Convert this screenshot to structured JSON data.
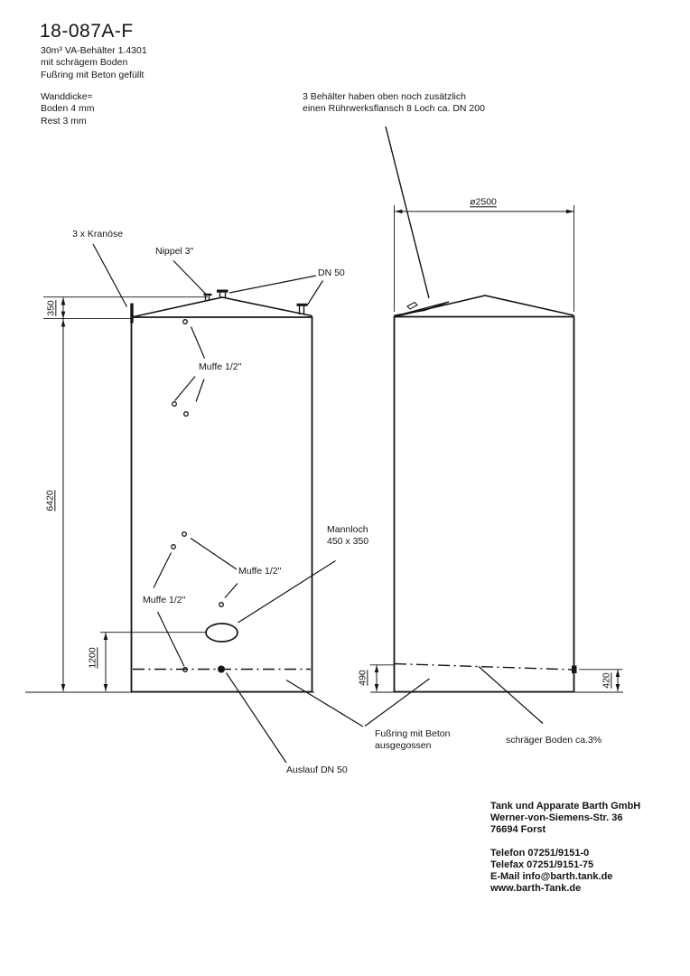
{
  "title_block": {
    "drawing_number": "18-087A-F",
    "description": [
      "30m³ VA-Behälter 1.4301",
      "mit schrägem Boden",
      "Fußring mit Beton gefüllt"
    ],
    "wall_thickness": [
      "Wanddicke=",
      "Boden 4 mm",
      "Rest 3 mm"
    ]
  },
  "note": {
    "line1": "3 Behälter haben oben noch zusätzlich",
    "line2": "einen Rührwerksflansch 8 Loch ca. DN 200"
  },
  "labels": {
    "kranoese": "3 x Kranöse",
    "nippel": "Nippel 3\"",
    "dn50": "DN 50",
    "muffe": [
      "Muffe 1/2\"",
      "Muffe 1/2\"",
      "Muffe 1/2\""
    ],
    "mannloch": [
      "Mannloch",
      "450 x 350"
    ],
    "fussring": [
      "Fußring mit Beton",
      "ausgegossen"
    ],
    "auslauf": "Auslauf DN 50",
    "schraeger_boden": "schräger Boden ca.3%"
  },
  "dimensions": {
    "cone_height": "350",
    "shell_height": "6420",
    "outlet_height": "1200",
    "diameter": "ø2500",
    "bottom_left": "490",
    "bottom_right": "420"
  },
  "company": {
    "name": "Tank und Apparate Barth GmbH",
    "street": "Werner-von-Siemens-Str. 36",
    "city": "76694 Forst",
    "phone": "Telefon 07251/9151-0",
    "fax": "Telefax 07251/9151-75",
    "email": "E-Mail info@barth.tank.de",
    "web": "www.barth-Tank.de"
  }
}
